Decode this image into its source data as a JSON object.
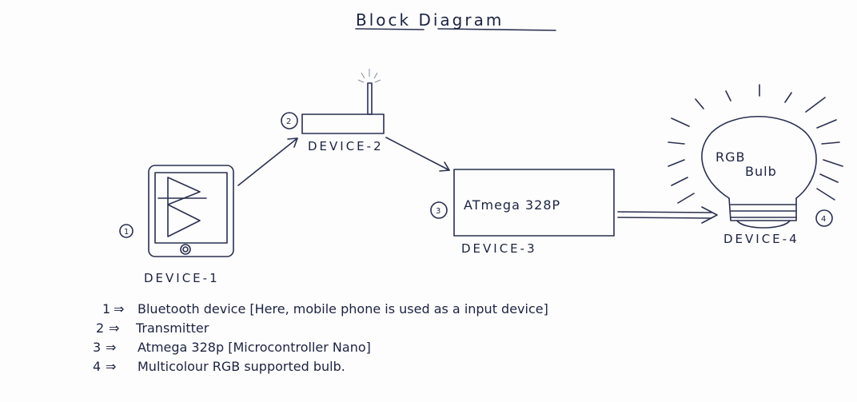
{
  "title": "Block Diagram",
  "devices": {
    "d1": {
      "number": "1",
      "label": "DEVICE-1"
    },
    "d2": {
      "number": "2",
      "label": "DEVICE-2"
    },
    "d3": {
      "number": "3",
      "label": "DEVICE-3",
      "content": "ATmega 328P"
    },
    "d4": {
      "number": "4",
      "label": "DEVICE-4",
      "content_line1": "RGB",
      "content_line2": "Bulb"
    }
  },
  "legend": [
    {
      "num": "1",
      "text": "Bluetooth device [Here, mobile phone  is used as a  input device]"
    },
    {
      "num": "2",
      "text": "Transmitter"
    },
    {
      "num": "3",
      "text": "Atmega 328p [Microcontroller Nano]"
    },
    {
      "num": "4",
      "text": "Multicolour RGB  supported  bulb."
    }
  ],
  "legend_arrow": "⇒",
  "colors": {
    "ink": "#2a3050",
    "paper": "#fdfdfd"
  },
  "icons": [
    "bluetooth-icon",
    "home-button-icon",
    "antenna-icon",
    "lightbulb-icon"
  ]
}
